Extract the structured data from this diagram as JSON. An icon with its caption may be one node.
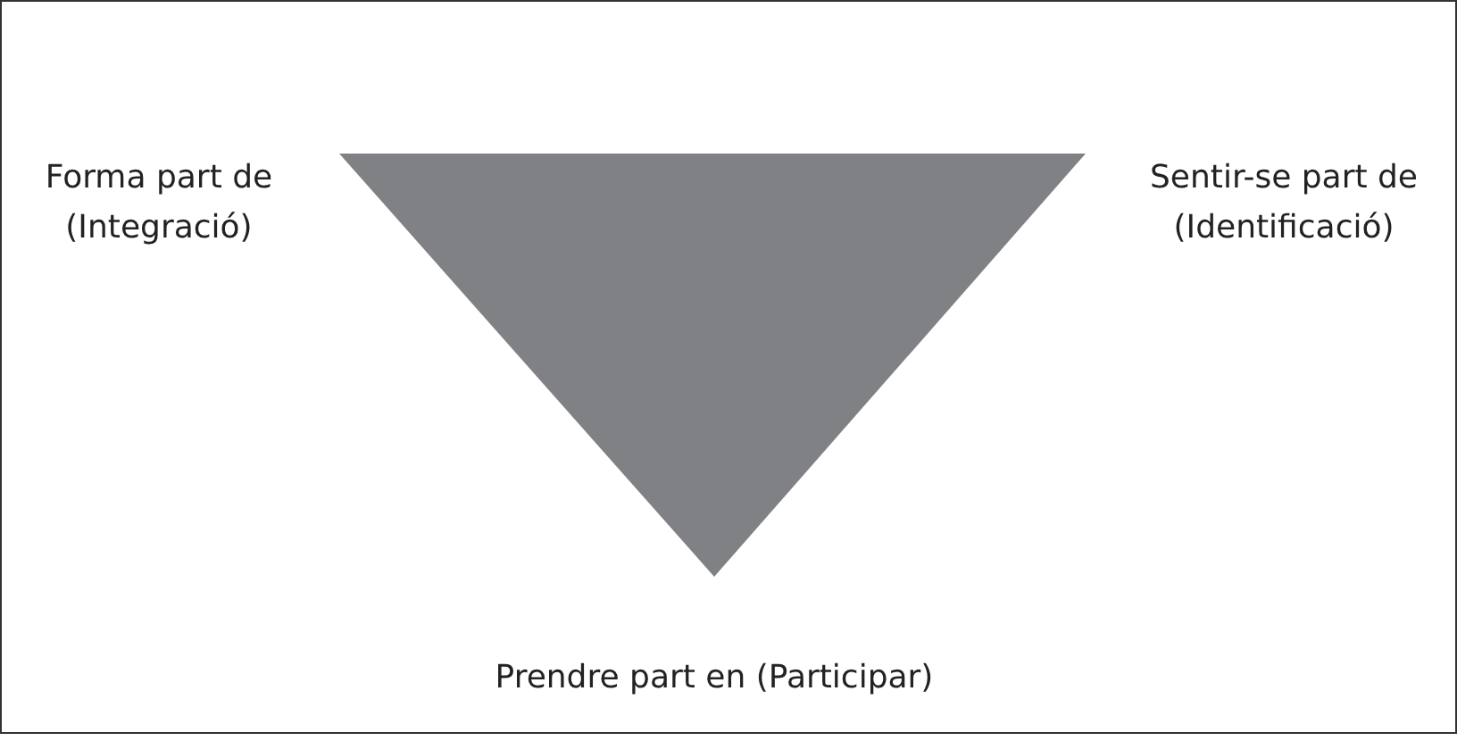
{
  "diagram": {
    "nodes": [
      {
        "text": [],
        "shape": "triangle"
      }
    ],
    "labels": [
      "Forma part de (Integració)",
      "Sentir-se part de (Identificació)",
      "Prendre part en (Participar)"
    ]
  }
}
